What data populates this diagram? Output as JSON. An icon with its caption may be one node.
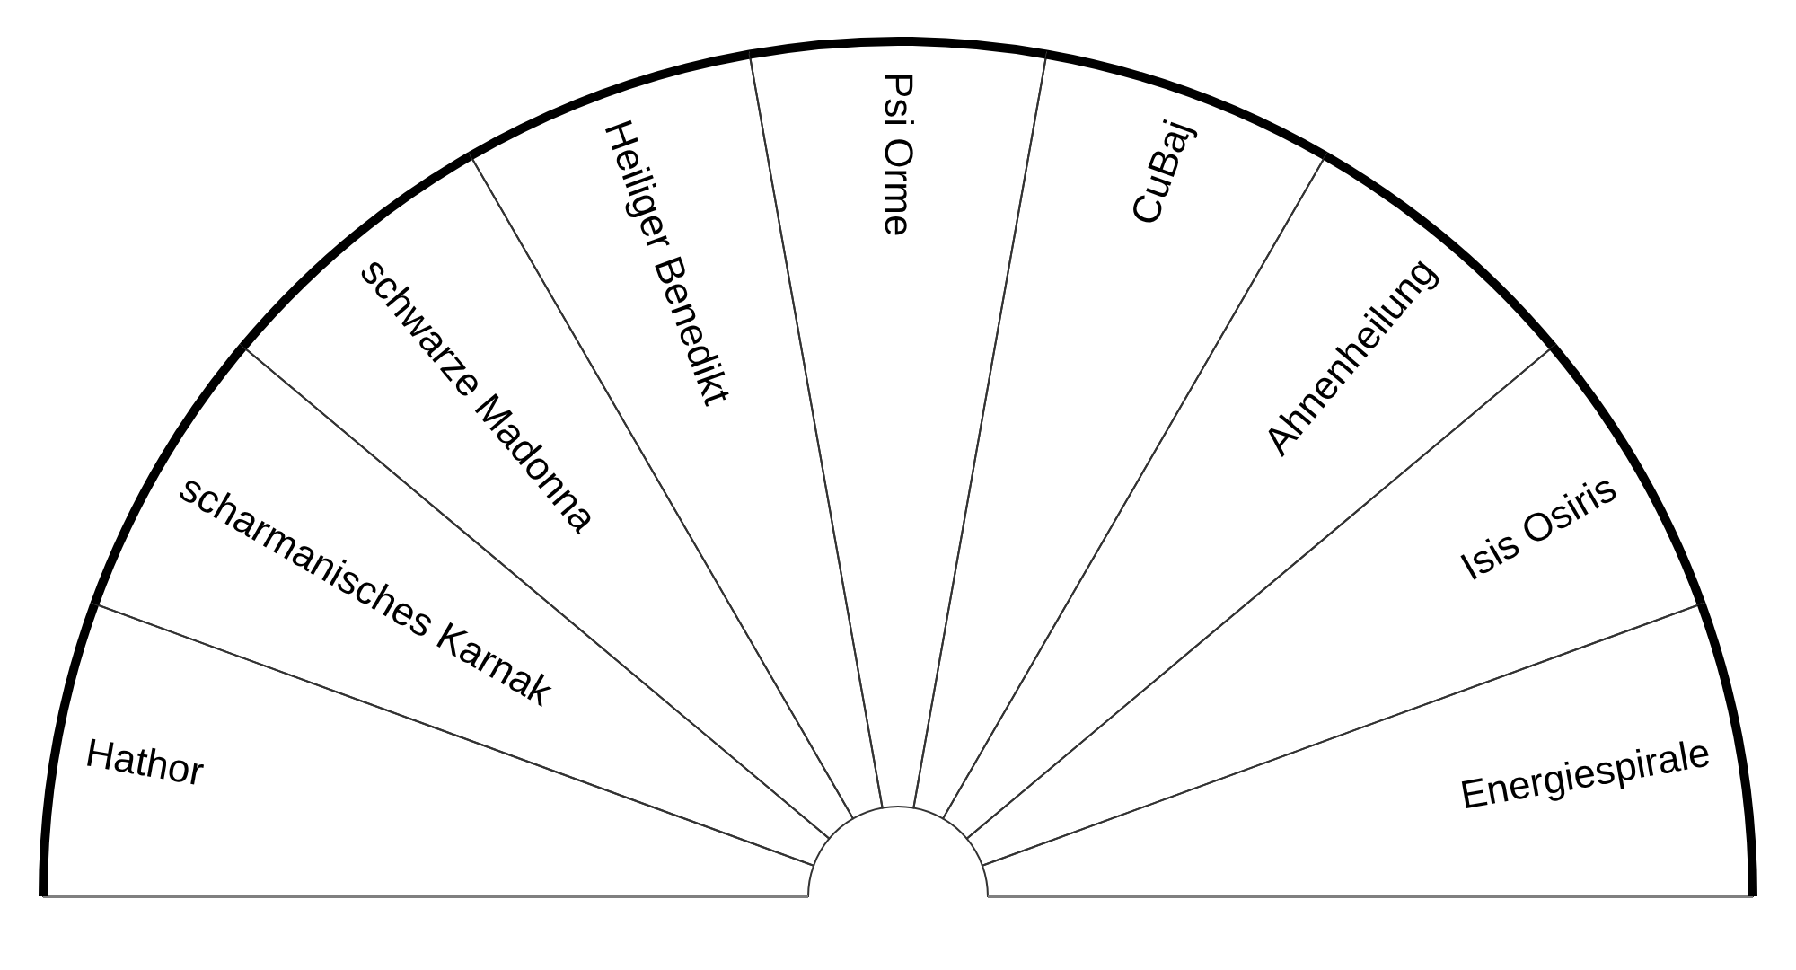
{
  "diagram": {
    "nodes": [
      {
        "text": [
          "Hathor"
        ]
      },
      {
        "text": [
          "scharmanisches Karnak"
        ]
      },
      {
        "text": [
          "schwarze Madonna"
        ]
      },
      {
        "text": [
          "Heiliger Benedikt"
        ]
      },
      {
        "text": [
          "Psi Orme"
        ]
      },
      {
        "text": [
          "CuBaj"
        ]
      },
      {
        "text": [
          "Ahnenheilung"
        ]
      },
      {
        "text": [
          "Isis Osiris"
        ]
      },
      {
        "text": [
          "Energiespirale"
        ]
      }
    ]
  }
}
